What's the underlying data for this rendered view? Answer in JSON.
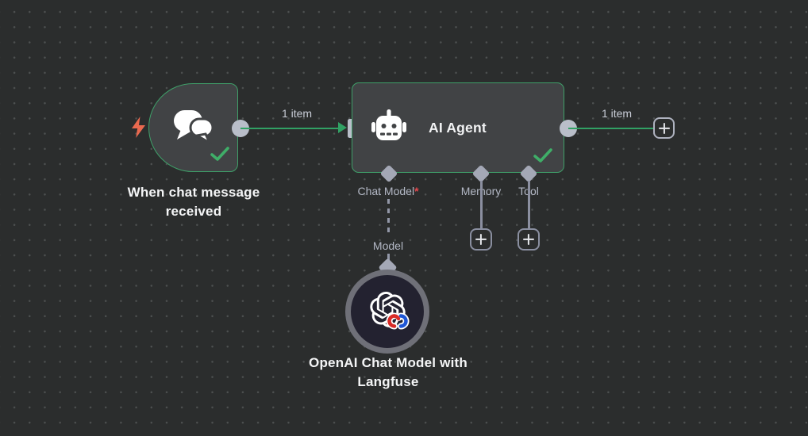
{
  "workflow": {
    "trigger": {
      "label": "When chat message received",
      "status": "success"
    },
    "agent": {
      "title": "AI Agent",
      "status": "success",
      "ports": [
        {
          "label": "Chat Model",
          "required_marker": "*"
        },
        {
          "label": "Memory"
        },
        {
          "label": "Tool"
        }
      ]
    },
    "model_node": {
      "port_label": "Model",
      "label": "OpenAI Chat Model with Langfuse"
    },
    "connections": {
      "trigger_to_agent_label": "1 item",
      "agent_output_label": "1 item"
    },
    "colors": {
      "canvas_bg": "#2b2d2d",
      "node_fill": "#414345",
      "accent_green": "#3f9f69",
      "success_check": "#3fae68",
      "connector_gray": "#b9bec9",
      "trigger_bolt": "#e9694f",
      "required_red": "#e5484d"
    }
  }
}
